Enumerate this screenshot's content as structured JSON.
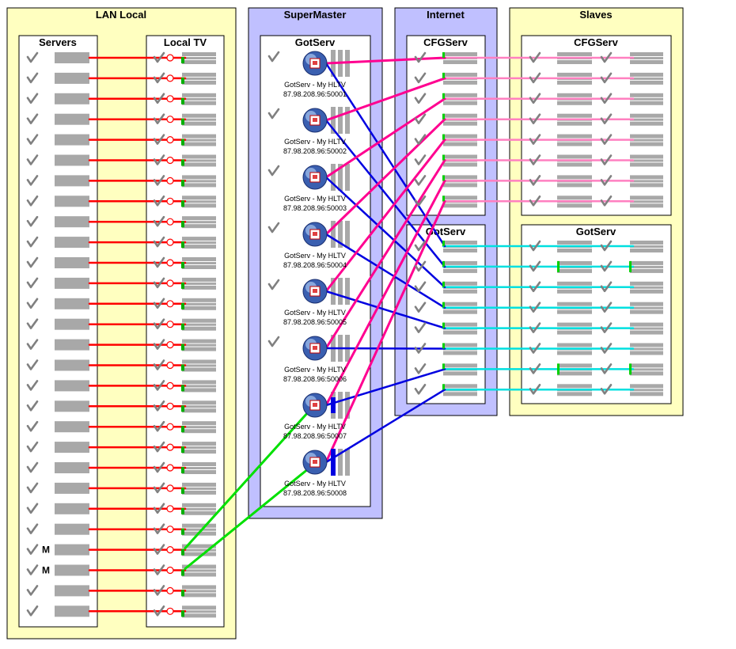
{
  "groups": {
    "lan_local": "LAN Local",
    "supermaster": "SuperMaster",
    "internet": "Internet",
    "slaves": "Slaves"
  },
  "boxes": {
    "servers": "Servers",
    "local_tv": "Local TV",
    "gotserv_master": "GotServ",
    "cfgserv_internet": "CFGServ",
    "gotserv_internet": "GotServ",
    "cfgserv_slaves": "CFGServ",
    "gotserv_slaves": "GotServ"
  },
  "server_row_count": 28,
  "marked_servers": [
    {
      "row": 24,
      "label": "M"
    },
    {
      "row": 25,
      "label": "M"
    }
  ],
  "hltv_nodes": [
    {
      "name": "GotServ - My HLTV",
      "address": "87.98.208.96:50001"
    },
    {
      "name": "GotServ - My HLTV",
      "address": "87.98.208.96:50002"
    },
    {
      "name": "GotServ - My HLTV",
      "address": "87.98.208.96:50003"
    },
    {
      "name": "GotServ - My HLTV",
      "address": "87.98.208.96:50004"
    },
    {
      "name": "GotServ - My HLTV",
      "address": "87.98.208.96:50005"
    },
    {
      "name": "GotServ - My HLTV",
      "address": "87.98.208.96:50006"
    },
    {
      "name": "GotServ - My HLTV",
      "address": "87.98.208.96:50007"
    },
    {
      "name": "GotServ - My HLTV",
      "address": "87.98.208.96:50008"
    }
  ],
  "internet_cfg_rows": 8,
  "internet_got_rows": 8,
  "slave_cfg_rows": 8,
  "slave_got_rows": 8,
  "icons": {
    "check": "checkmark-icon",
    "hltv": "hltv-globe-icon",
    "port": "port-block-icon"
  },
  "colors": {
    "yellow_group": "#ffffc0",
    "blue_group": "#c0c0ff",
    "lan_link": "#ff0000",
    "cfg_link": "#ff0090",
    "cfg_slave_link": "#ff80c0",
    "got_link": "#0000e0",
    "got_slave_link": "#00e0e0",
    "master_link": "#00e000",
    "server_block": "#a8a8a8",
    "check": "#808080"
  }
}
